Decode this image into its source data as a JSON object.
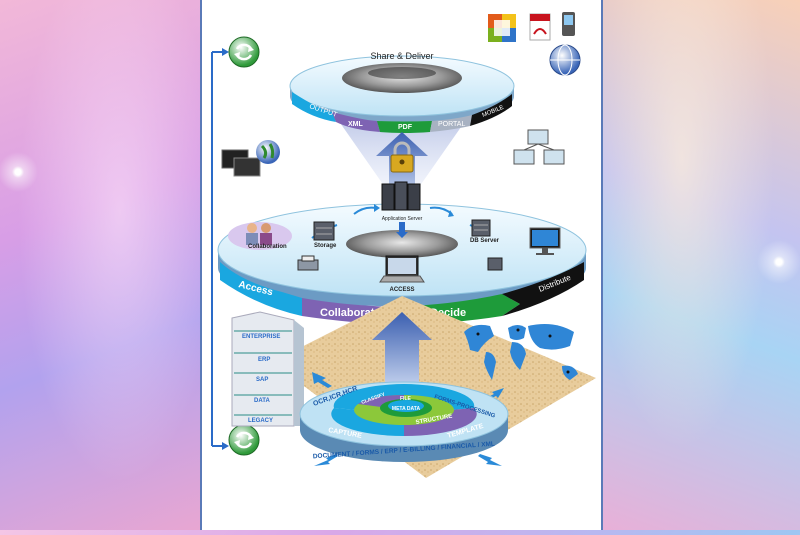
{
  "top_ring": {
    "title": "Share & Deliver",
    "segments": [
      "OUTPUT",
      "XML",
      "PDF",
      "PORTAL",
      "MOBILE"
    ]
  },
  "middle_ring": {
    "application_server": "Application Server",
    "storage": "Storage",
    "collaboration": "Collaboration",
    "db_server": "DB Server",
    "access": "ACCESS",
    "segments": [
      "Access",
      "Collaborate",
      "Decide",
      "Distribute"
    ]
  },
  "stack": [
    "ENTERPRISE",
    "ERP",
    "SAP",
    "DATA",
    "LEGACY"
  ],
  "bottom_ring": {
    "outer_top": "OCR,ICR,HCR",
    "classify": "CLASSIFY",
    "file": "FILE",
    "meta_data": "META DATA",
    "structure": "STRUCTURE",
    "forms_processing": "FORMS-PROCESSING",
    "capture": "CAPTURE",
    "template": "TEMPLATE",
    "sources": "DOCUMENT / FORMS / ERP / E-BILLING / FINANCIAL / XML"
  },
  "icons": [
    "office-icon",
    "pdf-icon",
    "mobile-phone-icon",
    "globe-icon",
    "monitor-globe-icon",
    "network-computers-icon",
    "lock-icon",
    "refresh-icon",
    "server-icon",
    "laptop-icon",
    "world-map-icon"
  ],
  "colors": {
    "cyan": "#1aa7e0",
    "purple": "#7e63b3",
    "green": "#1e9b3a",
    "black": "#111111",
    "sand": "#e6c796"
  }
}
